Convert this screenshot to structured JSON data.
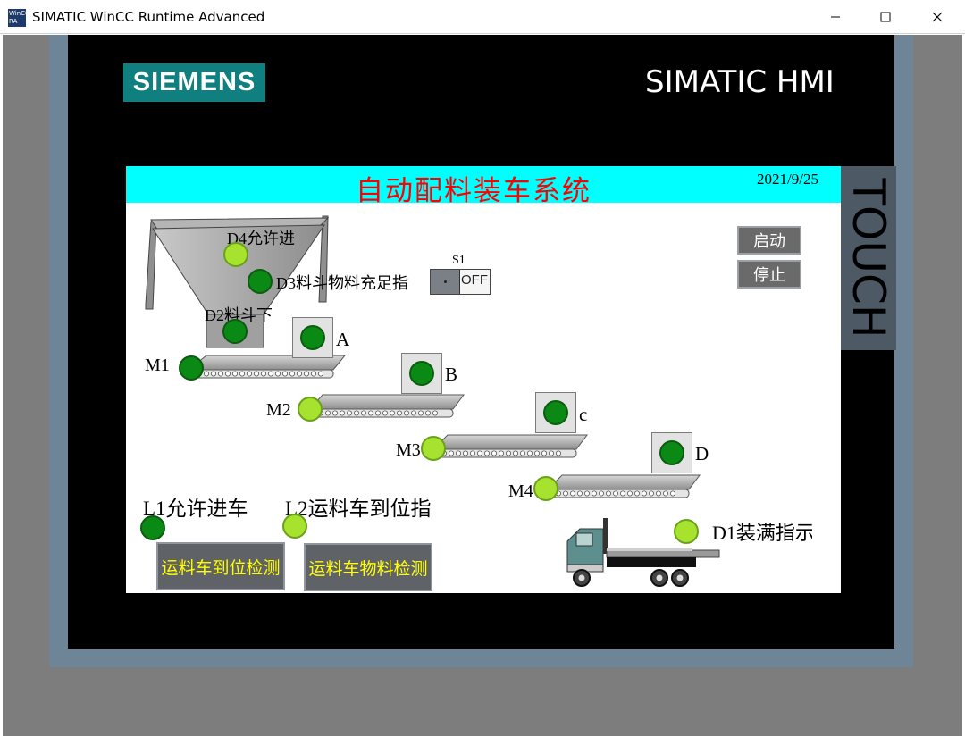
{
  "window": {
    "app_icon_text": "WinCC RA",
    "title": "SIMATIC WinCC Runtime Advanced",
    "minimize_glyph": "–",
    "maximize_glyph": "☐",
    "close_glyph": "✕"
  },
  "device": {
    "brand_logo": "SIEMENS",
    "model_label": "SIMATIC HMI",
    "touch_label": "TOUCH"
  },
  "screen": {
    "title": "自动配料装车系统",
    "date": "2021/9/25",
    "start_button": "启动",
    "stop_button": "停止",
    "switch": {
      "label": "S1",
      "state": "OFF"
    },
    "hopper": {
      "d4_label": "D4允许进",
      "d3_label": "D3料斗物料充足指",
      "d2_label": "D2料斗下"
    },
    "conveyors": [
      {
        "motor": "M1",
        "station": "A"
      },
      {
        "motor": "M2",
        "station": "B"
      },
      {
        "motor": "M3",
        "station": "c"
      },
      {
        "motor": "M4",
        "station": "D"
      }
    ],
    "l1_label": "L1允许进车",
    "l2_label": "L2运料车到位指",
    "d1_label": "D1装满指示",
    "btn_arrival_check": "运料车到位检测",
    "btn_material_check": "运料车物料检测"
  },
  "colors": {
    "header_bg": "#00ffff",
    "title_color": "#ff0000",
    "lamp_on": "#a6e22e",
    "lamp_dark": "#0a8a14",
    "button_text": "#ffff00",
    "logo_bg": "#0f7f7f"
  }
}
